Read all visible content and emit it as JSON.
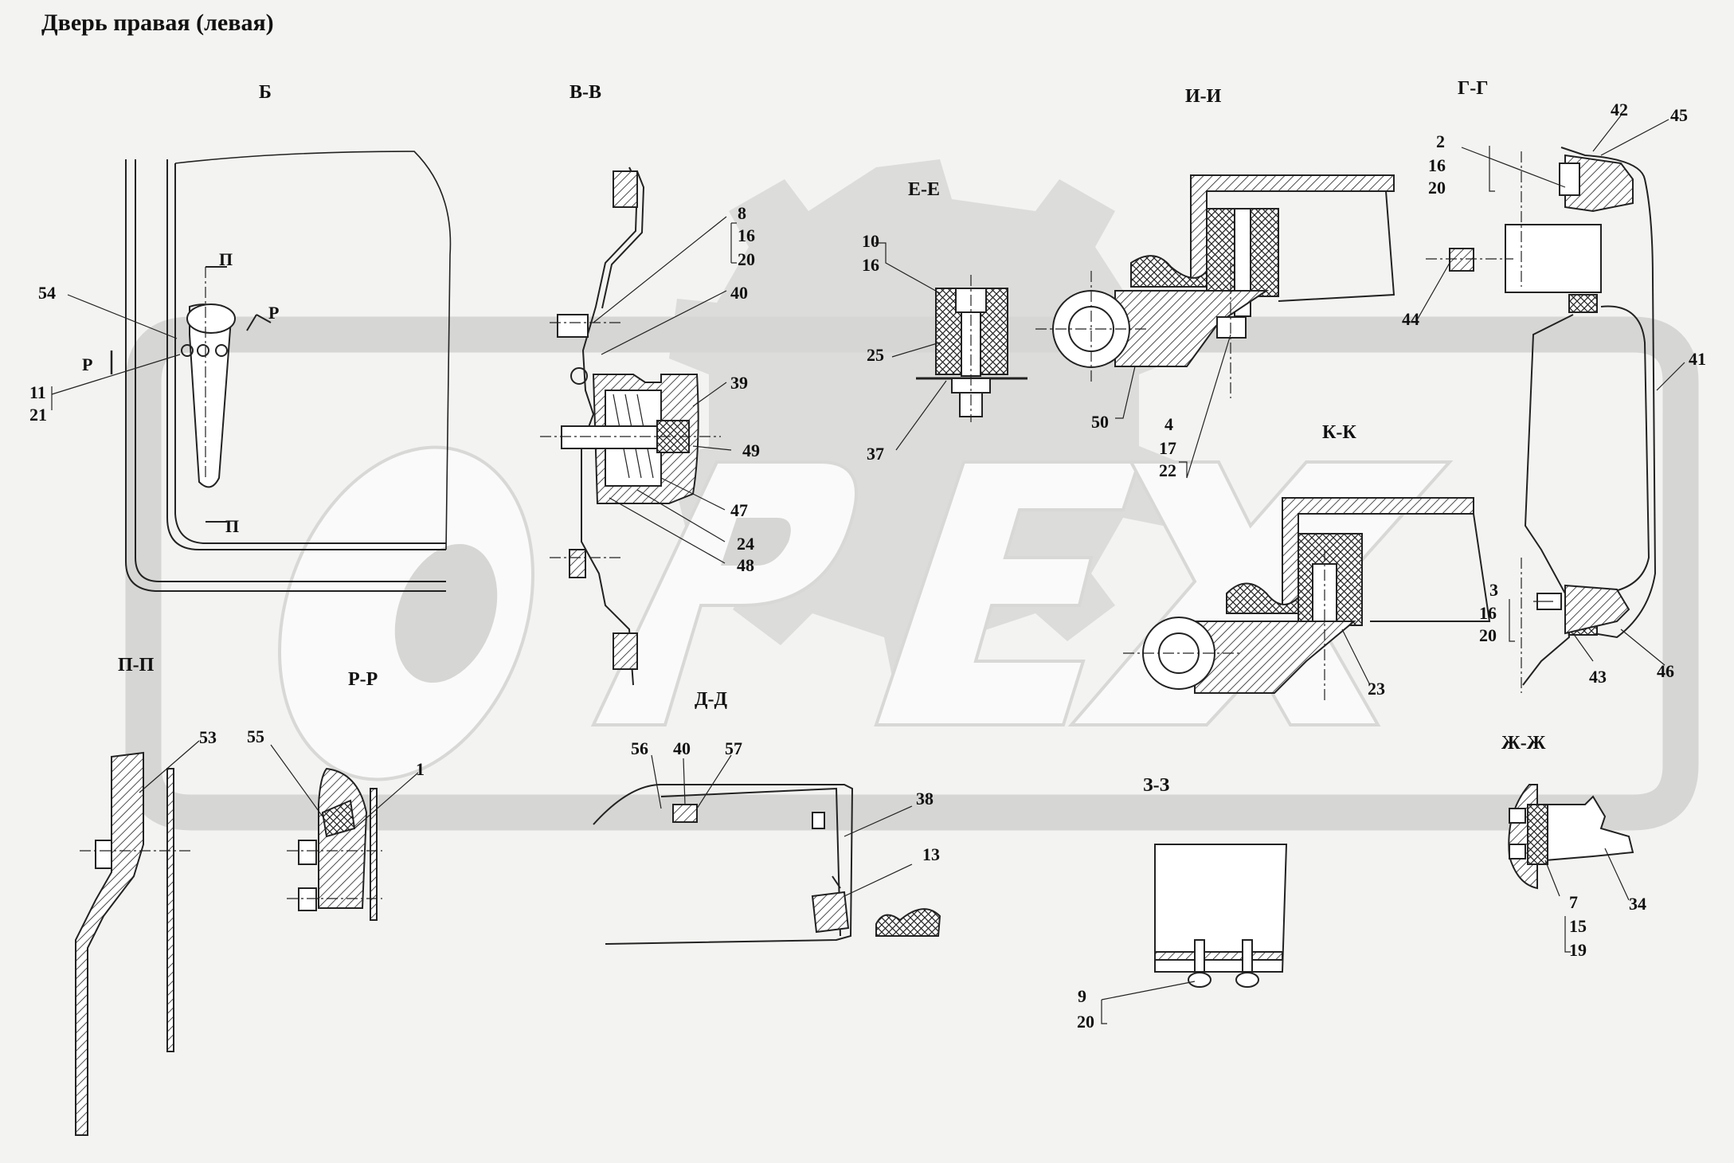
{
  "title": "Дверь правая (левая)",
  "watermark": {
    "text": "OPEX",
    "color": "#cfcfcf"
  },
  "views": {
    "B": "Б",
    "VV": "В-В",
    "EE": "Е-Е",
    "II": "И-И",
    "GG": "Г-Г",
    "KK": "К-К",
    "PP": "П-П",
    "RR": "Р-Р",
    "DD": "Д-Д",
    "ZZ": "З-З",
    "ZhZh": "Ж-Ж"
  },
  "section_marks": {
    "P": "П",
    "R": "Р"
  },
  "callouts": {
    "c54": "54",
    "c11": "11",
    "c21": "21",
    "c8": "8",
    "c16a": "16",
    "c20a": "20",
    "c40": "40",
    "c39": "39",
    "c49": "49",
    "c47": "47",
    "c24": "24",
    "c48": "48",
    "c10": "10",
    "c16b": "16",
    "c25": "25",
    "c37": "37",
    "c50": "50",
    "c4": "4",
    "c17": "17",
    "c22": "22",
    "c2": "2",
    "c16c": "16",
    "c20c": "20",
    "c42": "42",
    "c45": "45",
    "c44": "44",
    "c41": "41",
    "c3": "3",
    "c16d": "16",
    "c20d": "20",
    "c43": "43",
    "c46": "46",
    "c23": "23",
    "c53": "53",
    "c55": "55",
    "c1": "1",
    "c56": "56",
    "c40b": "40",
    "c57": "57",
    "c38": "38",
    "c13": "13",
    "c9": "9",
    "c20e": "20",
    "c7": "7",
    "c15": "15",
    "c19": "19",
    "c34": "34"
  }
}
